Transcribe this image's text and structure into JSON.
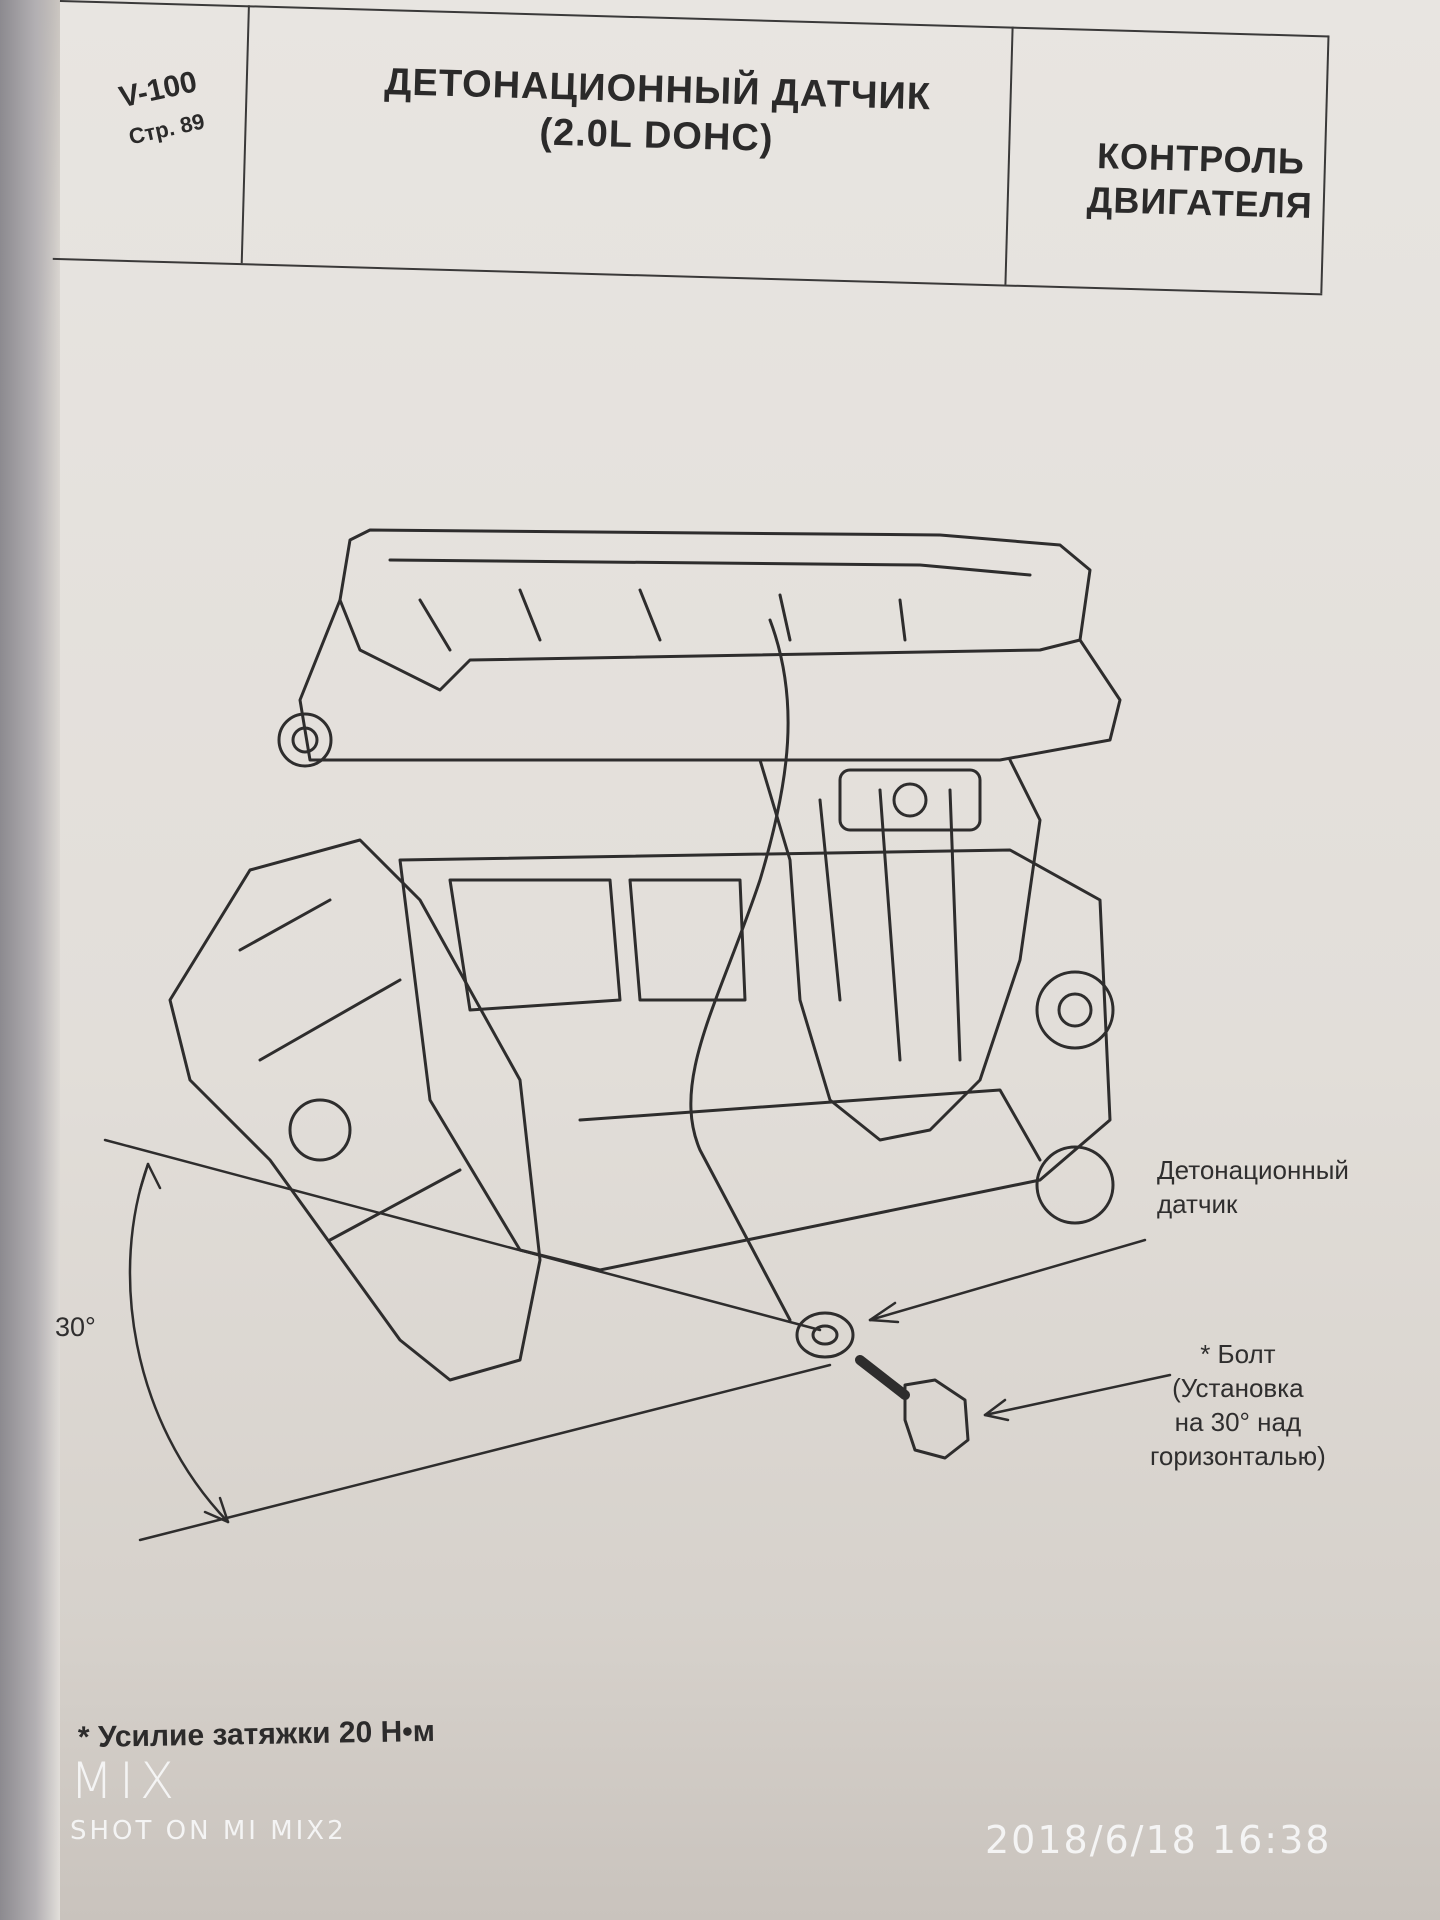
{
  "header": {
    "code": "V-100",
    "page": "Стр. 89",
    "title_line1": "ДЕТОНАЦИОННЫЙ ДАТЧИК",
    "title_line2": "(2.0L DOHC)",
    "section_line1": "КОНТРОЛЬ",
    "section_line2": "ДВИГАТЕЛЯ"
  },
  "figure": {
    "angle_label": "30°",
    "sensor_label_line1": "Детонационный",
    "sensor_label_line2": "датчик",
    "bolt_label_line1": "* Болт",
    "bolt_label_line2": "(Установка",
    "bolt_label_line3": "на 30° над",
    "bolt_label_line4": "горизонталью)"
  },
  "footnote": "* Усилие затяжки 20 Н•м",
  "watermark": {
    "logo": "MIX",
    "subtitle": "SHOT ON MI MIX2",
    "timestamp": "2018/6/18  16:38"
  }
}
